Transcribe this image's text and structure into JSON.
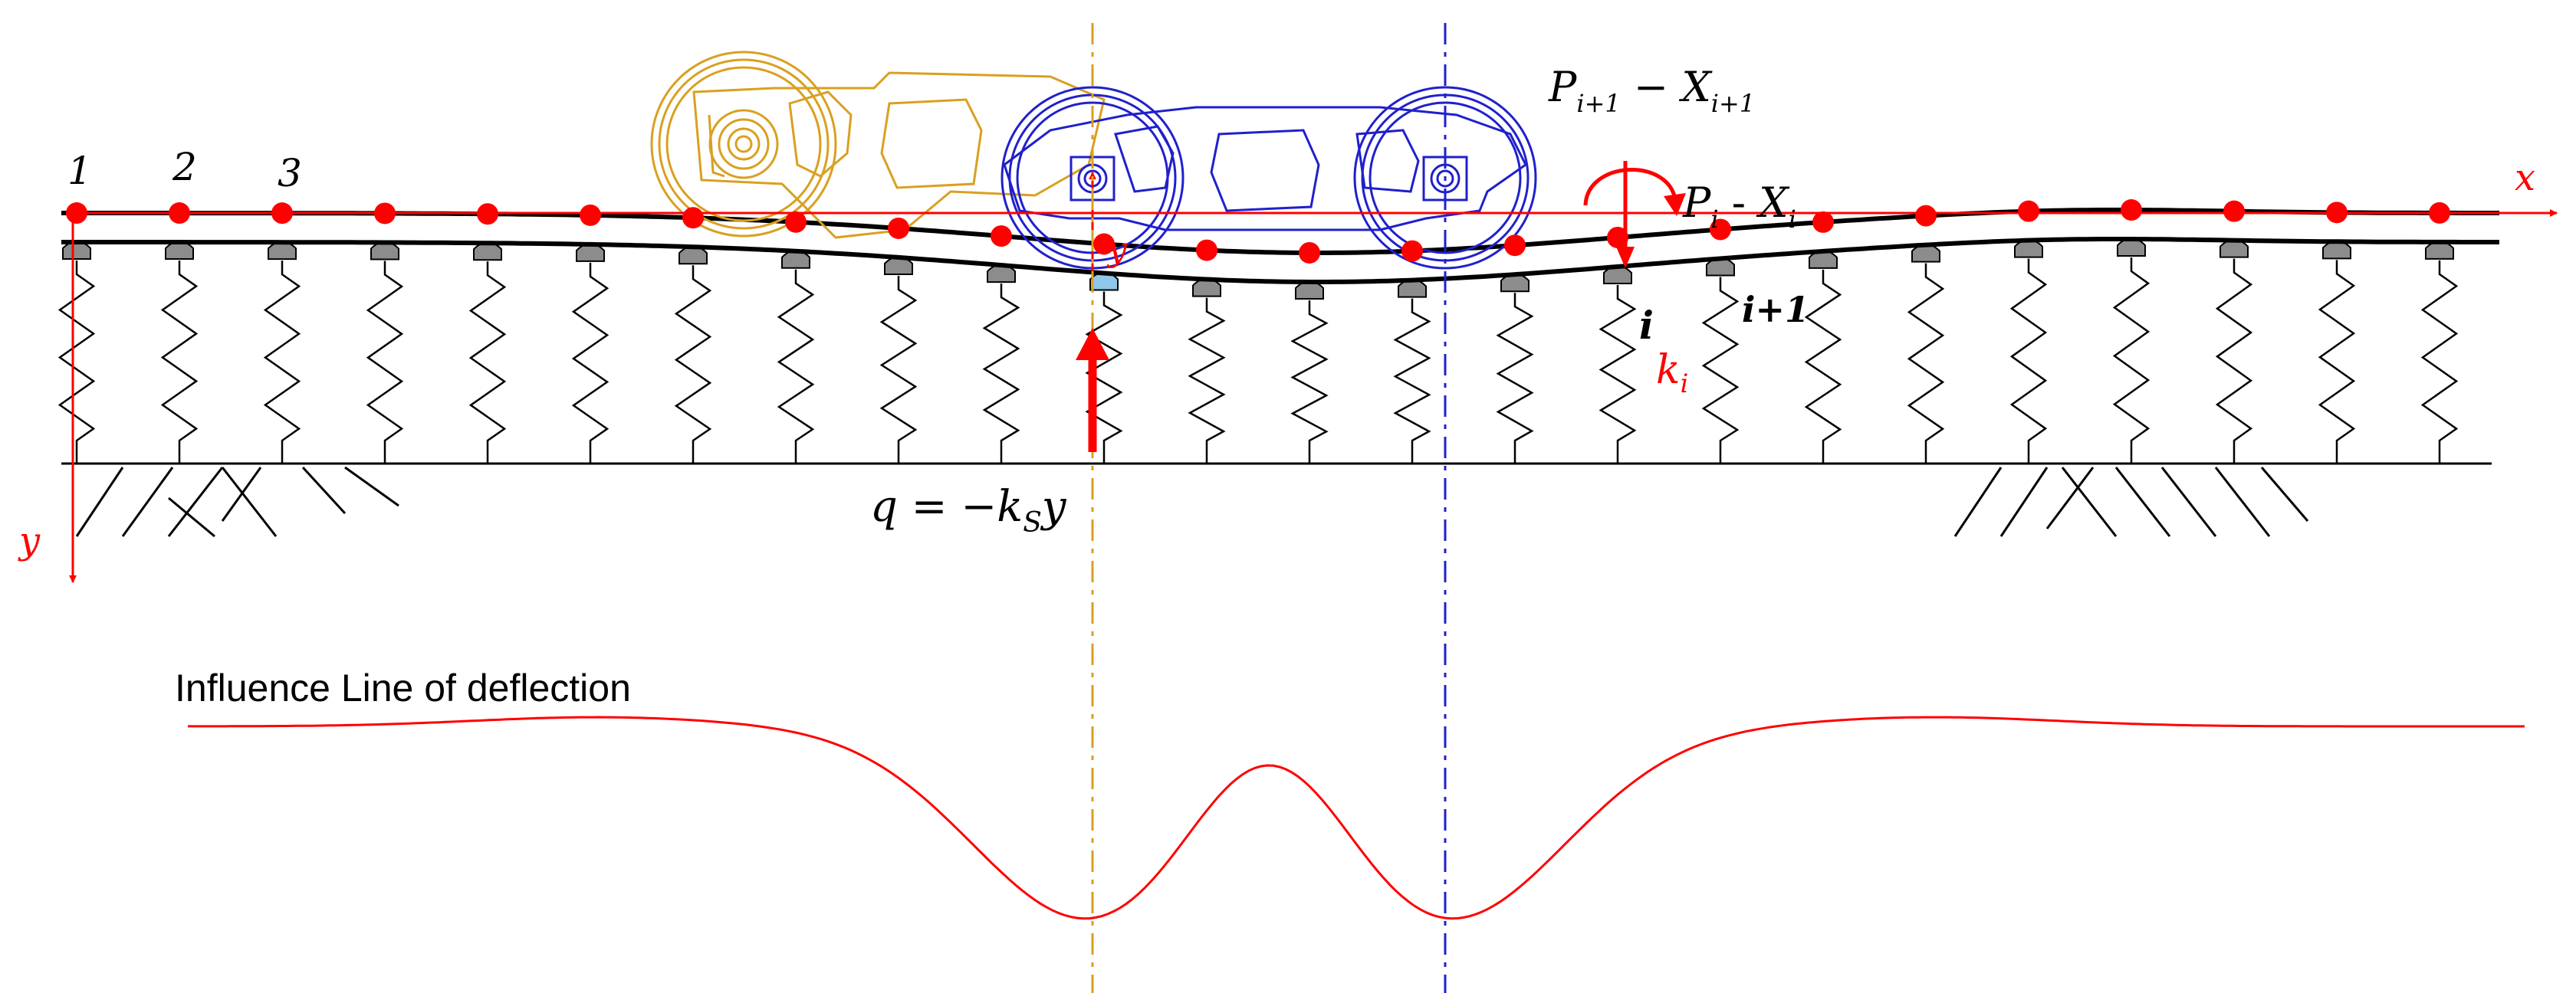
{
  "labels": {
    "node_1": "1",
    "node_2": "2",
    "node_3": "3",
    "node_i": "i",
    "node_i1": "i+1",
    "axis_x": "x",
    "axis_y_left": "y",
    "axis_y_local": "y",
    "spring_k": "k",
    "spring_k_sub": "i",
    "load_top": {
      "P": "P",
      "P_sub": "i+1",
      "op": " − ",
      "X": "X",
      "X_sub": "i+1"
    },
    "load_mid": {
      "P": "P",
      "P_sub": "i",
      "op": " - ",
      "X": "X",
      "X_sub": "i"
    },
    "formula": {
      "lhs": "q = −k",
      "sub": "S",
      "rhs": "y"
    },
    "influence_title": "Influence Line of deflection"
  },
  "colors": {
    "node": "#ff0000",
    "axis": "#ff0000",
    "rail": "#000000",
    "sleeper": "#8c8c8c",
    "sleeper_highlight": "#8ec7ea",
    "bogie_left": "#d9a020",
    "bogie_right": "#2020cc",
    "influence_line": "#ff0000"
  }
}
